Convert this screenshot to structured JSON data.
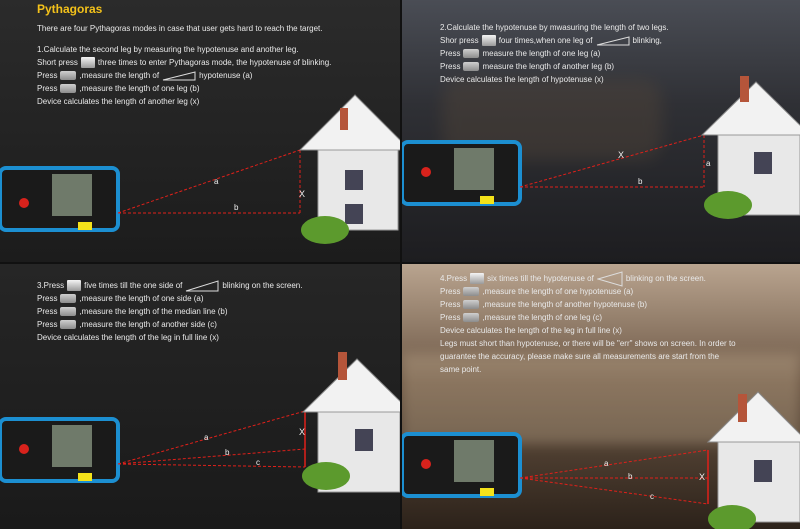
{
  "title": "Pythagoras",
  "panel1": {
    "intro": "There are four Pythagoras modes in case that user gets hard to reach the target.",
    "heading": "1.Calculate the second leg by measuring the hypotenuse and another leg.",
    "line_short_a": "Short press",
    "line_short_b": "three times to enter Pythagoras mode, the hypotenuse of blinking.",
    "line_press1_a": "Press",
    "line_press1_b": ",measure the length of",
    "line_press1_c": "hypotenuse (a)",
    "line_press2_a": "Press",
    "line_press2_b": ",measure the length of one leg (b)",
    "line_calc": "Device calculates the length of another leg (x)",
    "label_a": "a",
    "label_b": "b",
    "label_x": "X"
  },
  "panel2": {
    "heading": "2.Calculate the hypotenuse by mwasuring the length of two legs.",
    "line_short_a": "Shor press",
    "line_short_b": "four times,when one leg of",
    "line_short_c": "blinking,",
    "line_press1_a": "Press",
    "line_press1_b": "measure the length of one leg (a)",
    "line_press2_a": "Press",
    "line_press2_b": "measure the length of another leg (b)",
    "line_calc": "Device calculates the length of hypotenuse (x)",
    "label_x": "X",
    "label_a": "a",
    "label_b": "b"
  },
  "panel3": {
    "heading_a": "3.Press",
    "heading_b": "five times till the one side of",
    "heading_c": "blinking on the screen.",
    "line_press1_a": "Press",
    "line_press1_b": ",measure the length of one side (a)",
    "line_press2_a": "Press",
    "line_press2_b": ",measure the length of the median line (b)",
    "line_press3_a": "Press",
    "line_press3_b": ",measure the length of another side (c)",
    "line_calc": "Device calculates the length of the leg in full line (x)",
    "label_a": "a",
    "label_b": "b",
    "label_c": "c",
    "label_x": "X"
  },
  "panel4": {
    "heading_a": "4.Press",
    "heading_b": "six times till the hypotenuse of",
    "heading_c": "blinking on the screen.",
    "line_press1_a": "Press",
    "line_press1_b": ",measure the length of one hypotenuse (a)",
    "line_press2_a": "Press",
    "line_press2_b": ",measure the length of another hypotenuse (b)",
    "line_press3_a": "Press",
    "line_press3_b": ",measure the length of one leg (c)",
    "line_calc": "Device calculates the length of the leg in full line (x)",
    "note1": "Legs must short than hypotenuse, or there will be \"err\" shows on screen. In order to",
    "note2": "guarantee the accuracy, please make sure all measurements are start from the",
    "note3": "same point.",
    "label_a": "a",
    "label_b": "b",
    "label_c": "c",
    "label_x": "X"
  },
  "colors": {
    "title": "#f4c21a",
    "laser": "#e0201a",
    "device_blue": "#1c8fd1"
  },
  "icons": [
    "function-button-icon",
    "measure-button-icon",
    "triangle-icon",
    "house-icon",
    "laser-device-icon",
    "bush-icon"
  ]
}
